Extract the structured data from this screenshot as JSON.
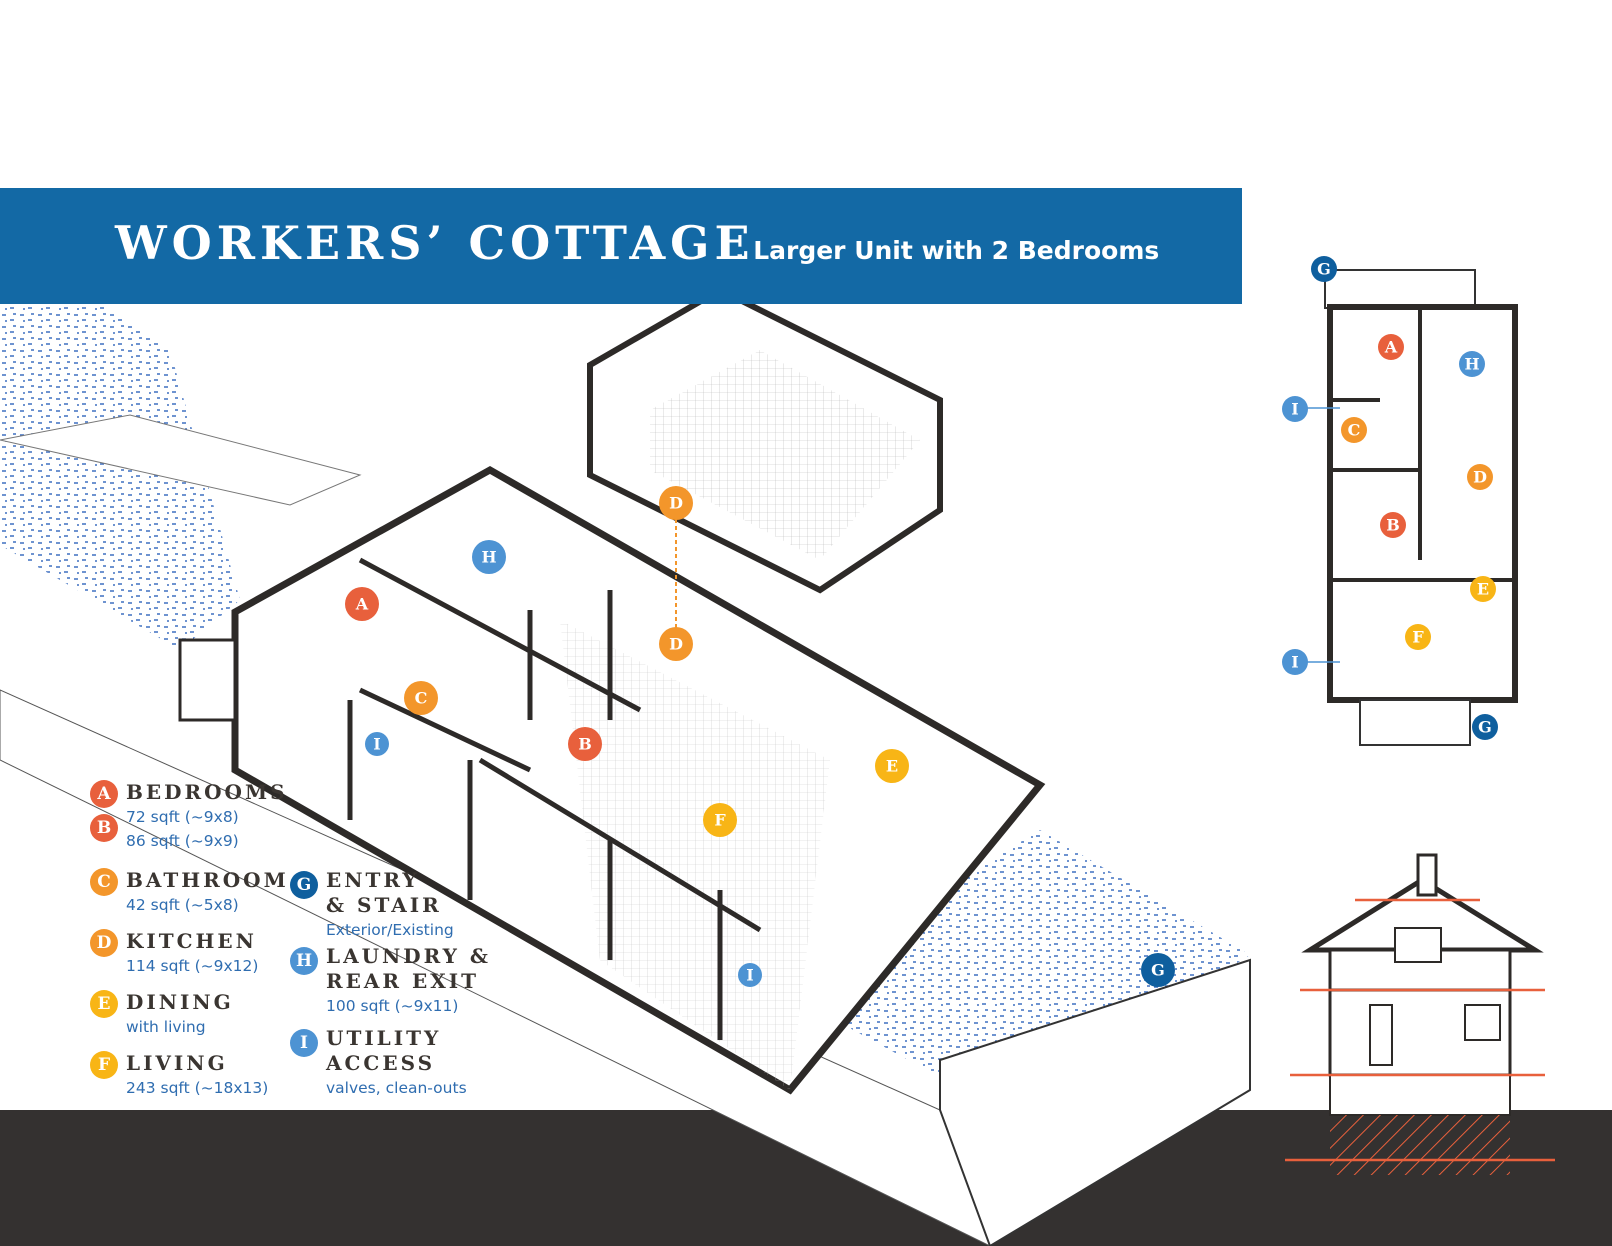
{
  "header": {
    "title": "WORKERS’ COTTAGE",
    "subtitle": ". Larger Unit with 2 Bedrooms"
  },
  "colors": {
    "banner": "#1369a5",
    "ground": "#343130",
    "red": "#e8603c",
    "orange": "#f3962b",
    "yellow": "#f8b516",
    "dark_blue": "#0f5f9e",
    "light_blue": "#4d93d3",
    "cut_line": "#e8603c"
  },
  "legend": [
    {
      "letters": [
        "A",
        "B"
      ],
      "name": "BEDROOMS",
      "details": [
        "72 sqft (~9x8)",
        "86 sqft (~9x9)"
      ]
    },
    {
      "letters": [
        "C"
      ],
      "name": "BATHROOM",
      "details": [
        "42 sqft (~5x8)"
      ]
    },
    {
      "letters": [
        "D"
      ],
      "name": "KITCHEN",
      "details": [
        "114 sqft (~9x12)"
      ]
    },
    {
      "letters": [
        "E"
      ],
      "name": "DINING",
      "details": [
        "with living"
      ]
    },
    {
      "letters": [
        "F"
      ],
      "name": "LIVING",
      "details": [
        "243 sqft (~18x13)"
      ]
    },
    {
      "letters": [
        "G"
      ],
      "name_lines": [
        "ENTRY",
        "& STAIR"
      ],
      "details": [
        "Exterior/Existing"
      ]
    },
    {
      "letters": [
        "H"
      ],
      "name_lines": [
        "LAUNDRY &",
        "REAR EXIT"
      ],
      "details": [
        "100 sqft (~9x11)"
      ]
    },
    {
      "letters": [
        "I"
      ],
      "name_lines": [
        "UTILITY",
        "ACCESS"
      ],
      "details": [
        "valves, clean-outs"
      ]
    }
  ],
  "markers": {
    "A": "A",
    "B": "B",
    "C": "C",
    "D": "D",
    "E": "E",
    "F": "F",
    "G": "G",
    "H": "H",
    "I": "I"
  }
}
